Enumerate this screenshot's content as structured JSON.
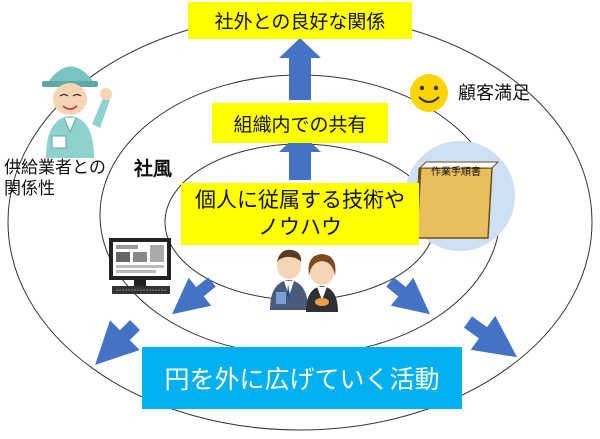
{
  "boxes": {
    "top": "社外との良好な関係",
    "middle": "組織内での共有",
    "core_line1": "個人に従属する技術や",
    "core_line2": "ノウハウ",
    "bottom": "円を外に広げていく活動"
  },
  "labels": {
    "customer": "顧客満足",
    "supplier_line1": "供給業者との",
    "supplier_line2": "関係性",
    "culture": "社風",
    "manual": "作業手順書"
  },
  "colors": {
    "highlight": "#ffff00",
    "action": "#00b0f0",
    "arrow": "#4472c4",
    "manual_circle": "#cfe0f4",
    "smiley": "#ffd500"
  },
  "icons": [
    "smiley-icon",
    "worker-icon",
    "monitor-icon",
    "manual-book-icon",
    "business-people-icon"
  ]
}
